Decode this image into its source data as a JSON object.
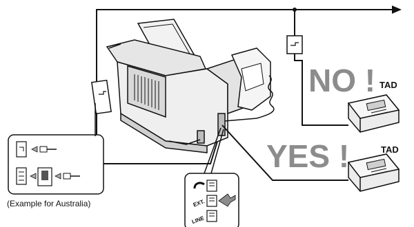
{
  "labels": {
    "no": "NO !",
    "yes": "YES !",
    "tad_top": "TAD",
    "tad_bottom": "TAD",
    "caption": "(Example for Australia)",
    "jack_ext": "EXT.",
    "jack_line": "LINE"
  }
}
